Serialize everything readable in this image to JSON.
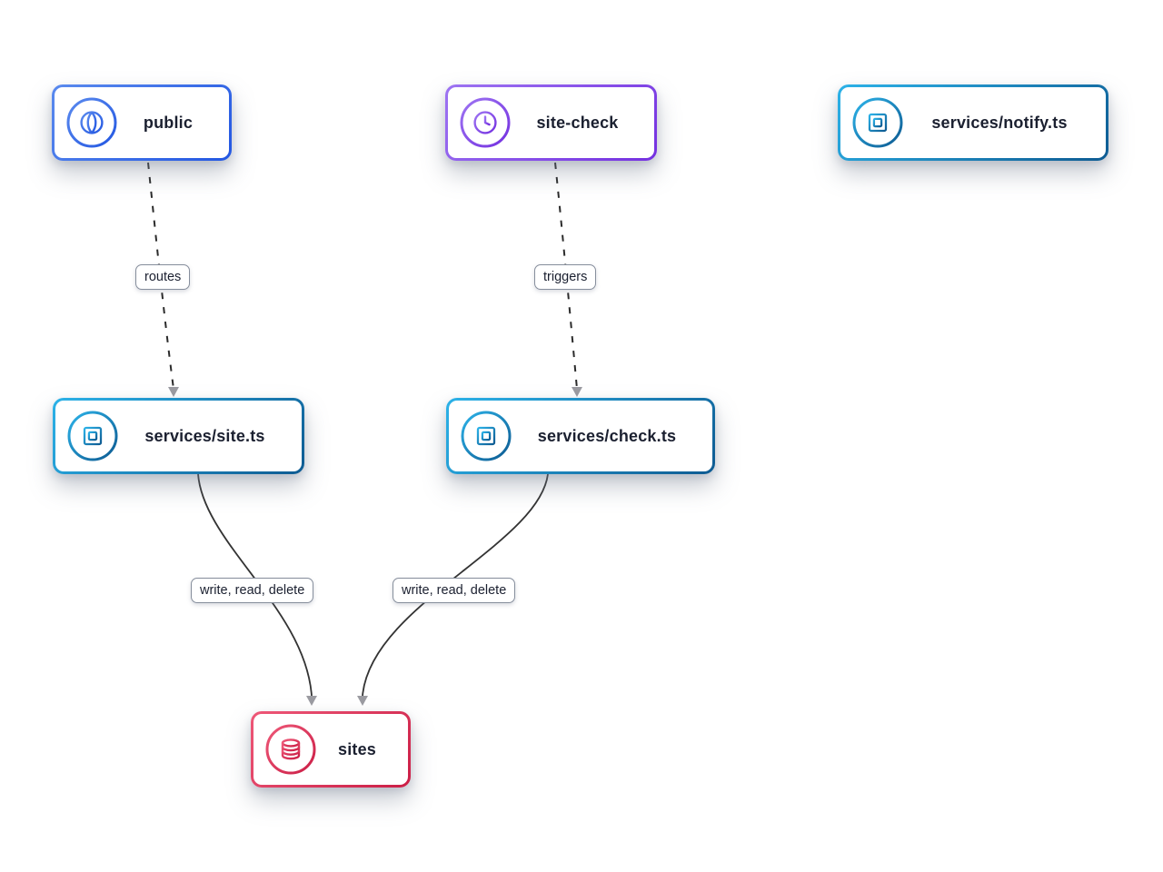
{
  "diagram": {
    "nodes": [
      {
        "id": "public",
        "label": "public",
        "icon": "globe-icon",
        "color_from": "#5a8aee",
        "color_to": "#2357e2"
      },
      {
        "id": "site-check",
        "label": "site-check",
        "icon": "clock-icon",
        "color_from": "#9d74f2",
        "color_to": "#7430e0"
      },
      {
        "id": "notify",
        "label": "services/notify.ts",
        "icon": "cpu-icon",
        "color_from": "#2cb2e8",
        "color_to": "#0e5b92"
      },
      {
        "id": "site",
        "label": "services/site.ts",
        "icon": "cpu-icon",
        "color_from": "#2cb2e8",
        "color_to": "#0e5b92"
      },
      {
        "id": "check",
        "label": "services/check.ts",
        "icon": "cpu-icon",
        "color_from": "#2cb2e8",
        "color_to": "#0e5b92"
      },
      {
        "id": "sites",
        "label": "sites",
        "icon": "database-icon",
        "color_from": "#ee5878",
        "color_to": "#cb1e46"
      }
    ],
    "edges": [
      {
        "from": "public",
        "to": "site",
        "label": "routes",
        "style": "dashed"
      },
      {
        "from": "site-check",
        "to": "check",
        "label": "triggers",
        "style": "dashed"
      },
      {
        "from": "site",
        "to": "sites",
        "label": "write, read, delete",
        "style": "solid"
      },
      {
        "from": "check",
        "to": "sites",
        "label": "write, read, delete",
        "style": "solid"
      }
    ],
    "colors": {
      "edge_line": "#2b2b2b",
      "arrowhead": "#9b9ba1",
      "label_border": "#868e9c",
      "text": "#1b2030",
      "node_background": "#ffffff"
    }
  }
}
